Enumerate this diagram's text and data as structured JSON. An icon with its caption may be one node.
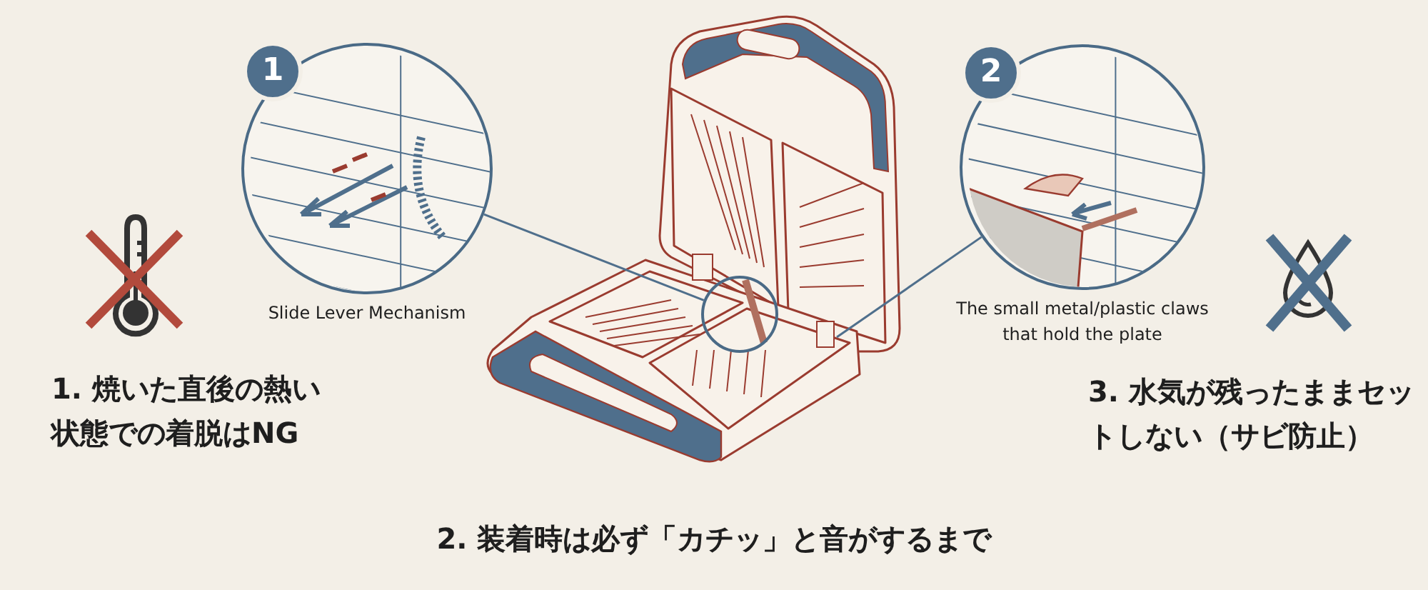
{
  "diagram": {
    "nodes": [
      {
        "text": [
          "1"
        ],
        "beside": [
          "Slide Lever Mechanism"
        ]
      },
      {
        "text": [],
        "shape": "circle"
      },
      {
        "text": [
          "2"
        ],
        "beside": [
          "The small metal/plastic claws that hold the plate"
        ]
      }
    ],
    "edges": [
      {
        "from": 0,
        "to": 1,
        "arrow": "none"
      },
      {
        "from": 2,
        "to": null,
        "arrow": "none"
      }
    ],
    "labels": [
      "1. 焼いた直後の熱い状態での着脱はNG",
      "3. 水気が残ったままセットしない（サビ防止）",
      "2. 装着時は必ず「カチッ」と音がするまで"
    ]
  }
}
